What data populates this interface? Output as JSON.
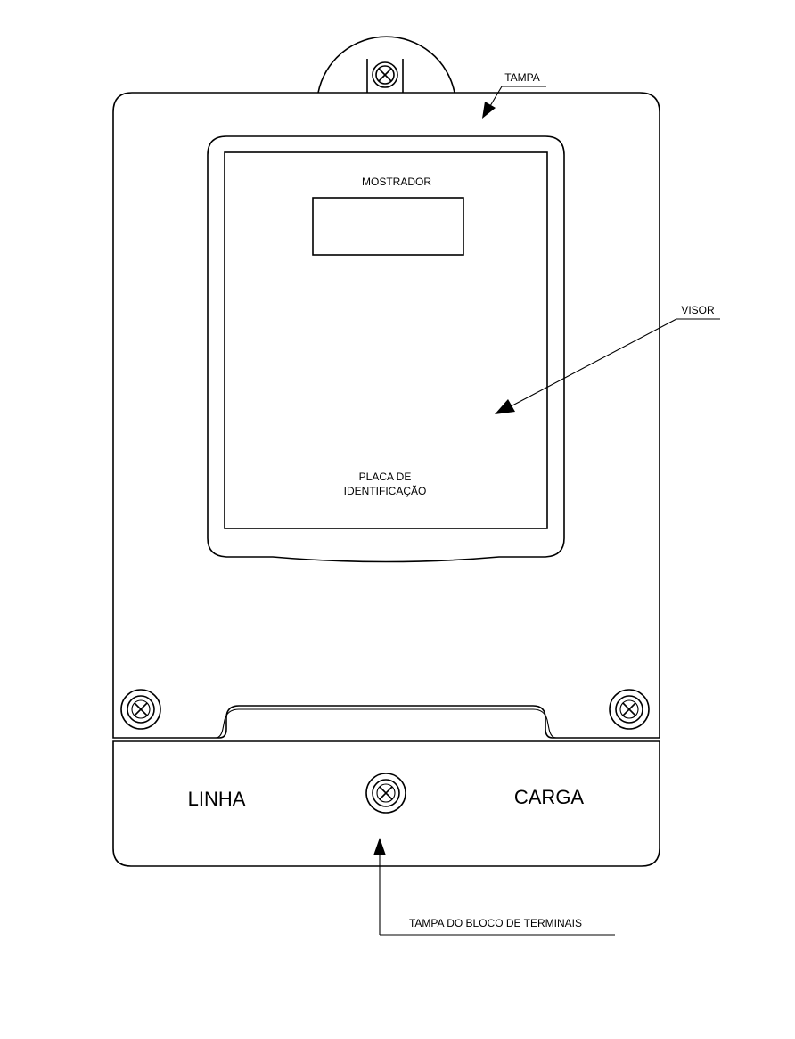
{
  "labels": {
    "tampa": "TAMPA",
    "mostrador": "MOSTRADOR",
    "visor": "VISOR",
    "placa_line1": "PLACA DE",
    "placa_line2": "IDENTIFICAÇÃO",
    "linha": "LINHA",
    "carga": "CARGA",
    "tampa_bloco": "TAMPA DO BLOCO DE TERMINAIS"
  },
  "colors": {
    "line": "#000000",
    "background": "#ffffff"
  },
  "icons": {
    "top_screw": "screw-icon",
    "left_screw": "screw-icon",
    "right_screw": "screw-icon",
    "terminal_screw": "screw-icon"
  }
}
